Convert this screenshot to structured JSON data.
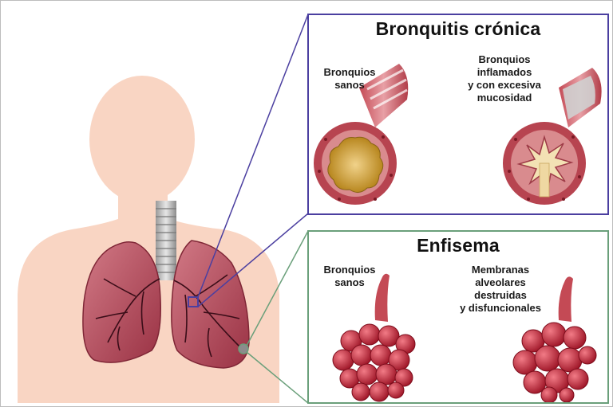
{
  "bronquitis": {
    "title": "Bronquitis crónica",
    "healthy_label_line1": "Bronquios",
    "healthy_label_line2": "sanos",
    "inflamed_label_line1": "Bronquios",
    "inflamed_label_line2": "inflamados",
    "inflamed_label_line3": "y con excesiva",
    "inflamed_label_line4": "mucosidad"
  },
  "enfisema": {
    "title": "Enfisema",
    "healthy_label_line1": "Bronquios",
    "healthy_label_line2": "sanos",
    "damaged_label_line1": "Membranas",
    "damaged_label_line2": "alveolares",
    "damaged_label_line3": "destruidas",
    "damaged_label_line4": "y disfuncionales"
  },
  "colors": {
    "bronquitis_frame": "#4b3fa0",
    "enfisema_frame": "#6a9f7a",
    "body_skin": "#f9d5c3",
    "lung": "#b34a5a",
    "alveoli": "#c0253a"
  }
}
